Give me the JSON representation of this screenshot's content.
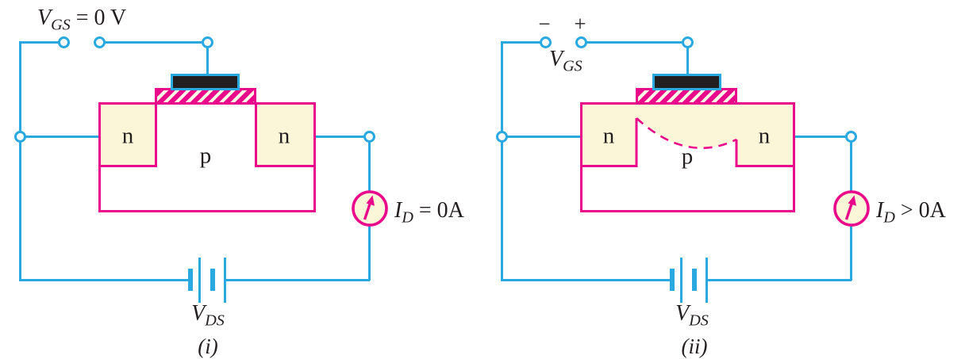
{
  "colors": {
    "wire": "#29a9e0",
    "outline": "#e9098a",
    "region": "#fbf6d8",
    "gate": "#231f20",
    "text": "#231f20"
  },
  "diagram_i": {
    "vgs_label": {
      "symbol": "V",
      "subscript": "GS",
      "suffix": " = 0 V"
    },
    "source_n_label": "n",
    "drain_n_label": "n",
    "substrate_label": "p",
    "ammeter_label": {
      "symbol": "I",
      "subscript": "D",
      "suffix": " = 0A"
    },
    "vds_label": {
      "symbol": "V",
      "subscript": "DS"
    },
    "caption": "(i)"
  },
  "diagram_ii": {
    "gate_minus": "−",
    "gate_plus": "+",
    "vgs_label": {
      "symbol": "V",
      "subscript": "GS"
    },
    "source_n_label": "n",
    "drain_n_label": "n",
    "substrate_label": "p",
    "ammeter_label": {
      "symbol": "I",
      "subscript": "D",
      "suffix": " > 0A"
    },
    "vds_label": {
      "symbol": "V",
      "subscript": "DS"
    },
    "caption": "(ii)"
  }
}
